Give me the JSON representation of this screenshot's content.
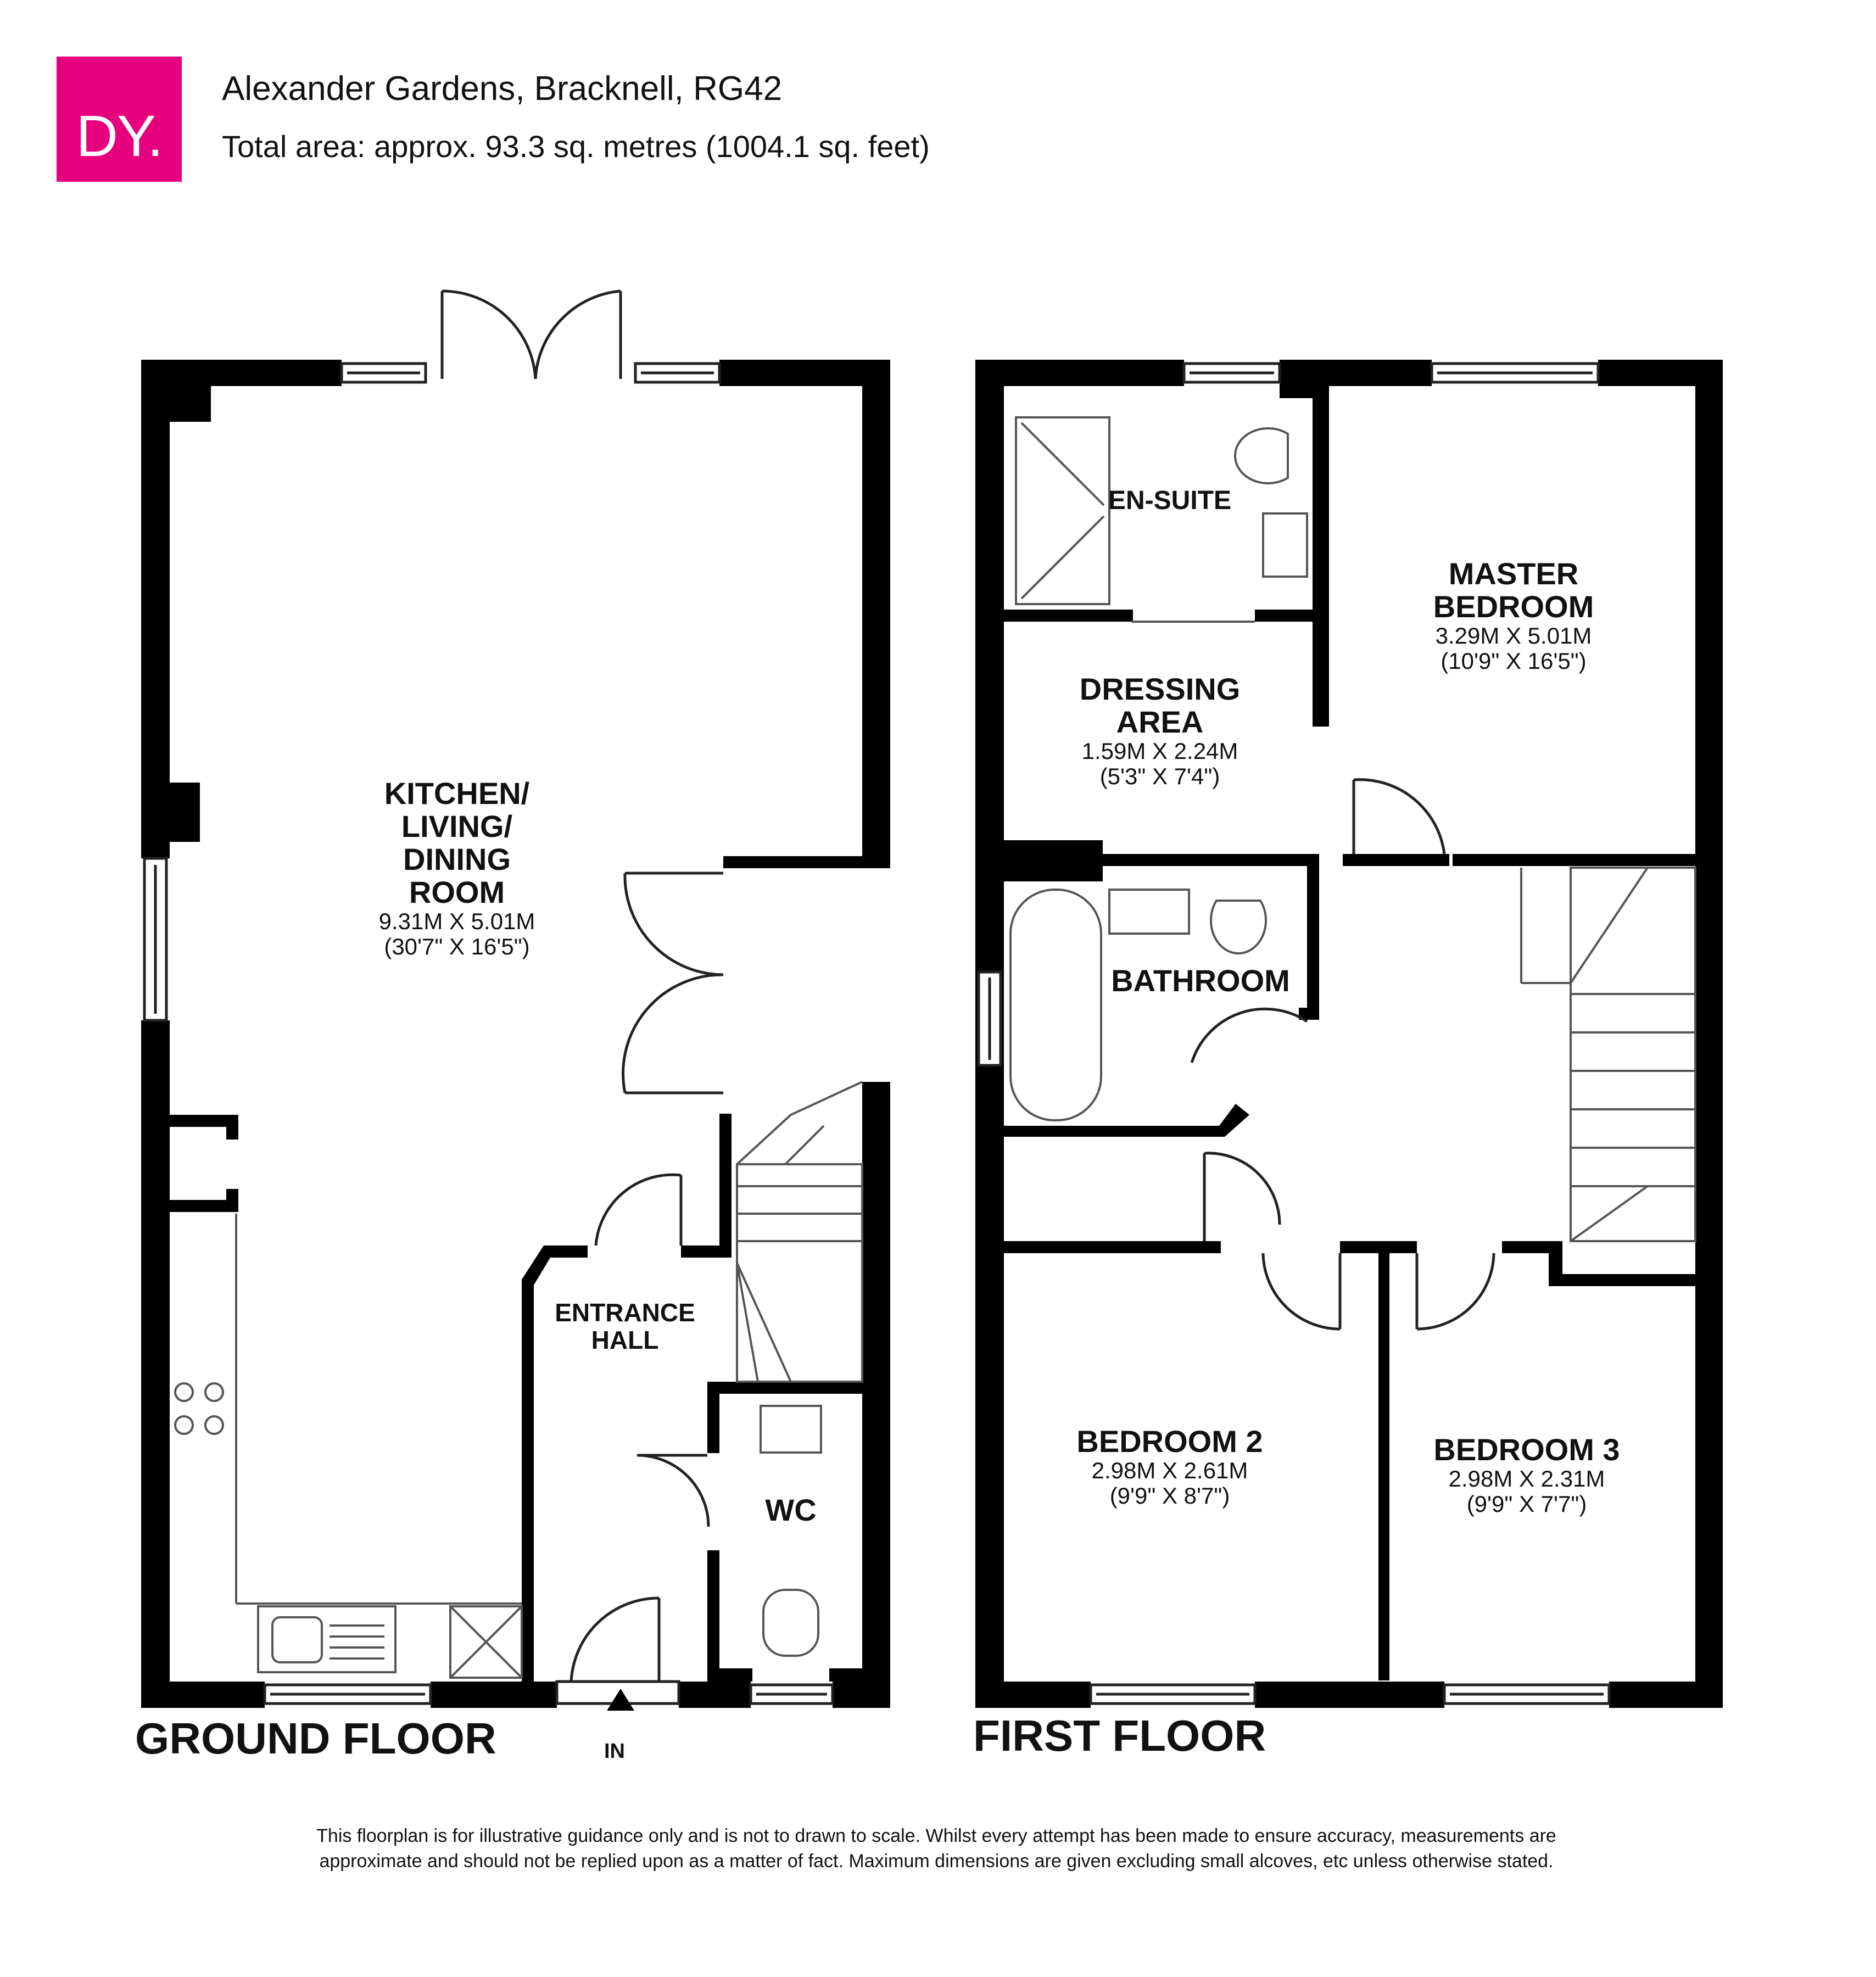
{
  "header": {
    "logo_text": "DY.",
    "address": "Alexander Gardens, Bracknell, RG42",
    "total_area": "Total area: approx. 93.3 sq. metres (1004.1 sq. feet)"
  },
  "ground_floor": {
    "label": "GROUND FLOOR",
    "entrance": "IN",
    "rooms": {
      "kitchen": {
        "name_lines": [
          "KITCHEN/",
          "LIVING/",
          "DINING",
          "ROOM"
        ],
        "metric": "9.31M X 5.01M",
        "imperial": "(30'7\" X 16'5\")"
      },
      "entrance_hall": {
        "name_lines": [
          "ENTRANCE",
          "HALL"
        ]
      },
      "wc": {
        "name_lines": [
          "WC"
        ]
      }
    }
  },
  "first_floor": {
    "label": "FIRST FLOOR",
    "rooms": {
      "en_suite": {
        "name_lines": [
          "EN-SUITE"
        ]
      },
      "master_bedroom": {
        "name_lines": [
          "MASTER",
          "BEDROOM"
        ],
        "metric": "3.29M X 5.01M",
        "imperial": "(10'9\" X 16'5\")"
      },
      "dressing_area": {
        "name_lines": [
          "DRESSING",
          "AREA"
        ],
        "metric": "1.59M X 2.24M",
        "imperial": "(5'3\" X 7'4\")"
      },
      "bathroom": {
        "name_lines": [
          "BATHROOM"
        ]
      },
      "bedroom_2": {
        "name_lines": [
          "BEDROOM 2"
        ],
        "metric": "2.98M X 2.61M",
        "imperial": "(9'9\" X 8'7\")"
      },
      "bedroom_3": {
        "name_lines": [
          "BEDROOM 3"
        ],
        "metric": "2.98M X 2.31M",
        "imperial": "(9'9\" X 7'7\")"
      }
    }
  },
  "disclaimer": [
    "This floorplan is for illustrative guidance only and is not to drawn to scale. Whilst every attempt has been made to ensure accuracy, measurements are",
    "approximate and should not be replied upon as a matter of fact. Maximum dimensions are given excluding small alcoves, etc unless otherwise stated."
  ],
  "colors": {
    "brand": "#e6007e",
    "wall": "#000000",
    "fixture": "#444444"
  }
}
